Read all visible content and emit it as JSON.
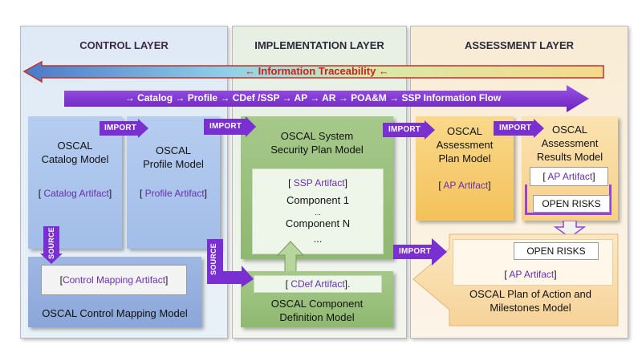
{
  "layers": {
    "control": "CONTROL LAYER",
    "implementation": "IMPLEMENTATION LAYER",
    "assessment": "ASSESSMENT LAYER"
  },
  "traceability": {
    "label": "← Information Traceability ←"
  },
  "flow": {
    "label": "→ Catalog → Profile → CDef /SSP → AP → AR → POA&M → SSP Information Flow"
  },
  "boxes": {
    "catalog": {
      "l1": "OSCAL",
      "l2": "Catalog Model",
      "a_open": "[ ",
      "artifact": "Catalog Artifact",
      "a_close": "]"
    },
    "profile": {
      "l1": "OSCAL",
      "l2": "Profile Model",
      "a_open": "[ ",
      "artifact": "Profile Artifact",
      "a_close": "]"
    },
    "control_mapping": {
      "a_open": "[",
      "artifact": "Control Mapping Artifact",
      "a_close": "]",
      "title": "OSCAL  Control Mapping Model"
    },
    "ssp": {
      "l1": "OSCAL System",
      "l2": "Security Plan Model",
      "a_open": "[ ",
      "artifact": "SSP Artifact",
      "a_close": "]",
      "comp1": "Component 1",
      "dots1": "...",
      "compn": "Component N",
      "dots2": "..."
    },
    "cdef": {
      "a_open": "[ ",
      "artifact": "CDef Artifact",
      "a_close": "].",
      "l1": "OSCAL Component",
      "l2": "Definition Model"
    },
    "ap": {
      "l1": "OSCAL",
      "l2": "Assessment",
      "l3": "Plan Model",
      "a_open": "[ ",
      "artifact": "AP Artifact",
      "a_close": "]"
    },
    "ar": {
      "l1": "OSCAL",
      "l2": "Assessment",
      "l3": "Results Model",
      "a_open": "[ ",
      "artifact": "AP Artifact",
      "a_close": "]",
      "risks": "OPEN RISKS"
    },
    "poam": {
      "risks": "OPEN RISKS",
      "a_open": "[ ",
      "artifact": "AP Artifact",
      "a_close": "]",
      "l1": "OSCAL Plan of Action and",
      "l2": "Milestones Model"
    }
  },
  "arrows": {
    "import1": "IMPORT",
    "import2": "IMPORT",
    "import3": "IMPORT",
    "import4": "IMPORT",
    "import5": "IMPORT",
    "source1": "SOURCE",
    "source2": "SOURCE"
  },
  "colors": {
    "control_bg": "#e4eef7",
    "implementation_bg": "#eef3ea",
    "assessment_bg": "#fbf0dd",
    "blue_box": "#a9c4ec",
    "green_box": "#94bd72",
    "orange_box": "#f6c766",
    "purple_arrow": "#7a2fd0",
    "artifact_text": "#6a2eb0",
    "traceability_text": "#c9211e"
  }
}
